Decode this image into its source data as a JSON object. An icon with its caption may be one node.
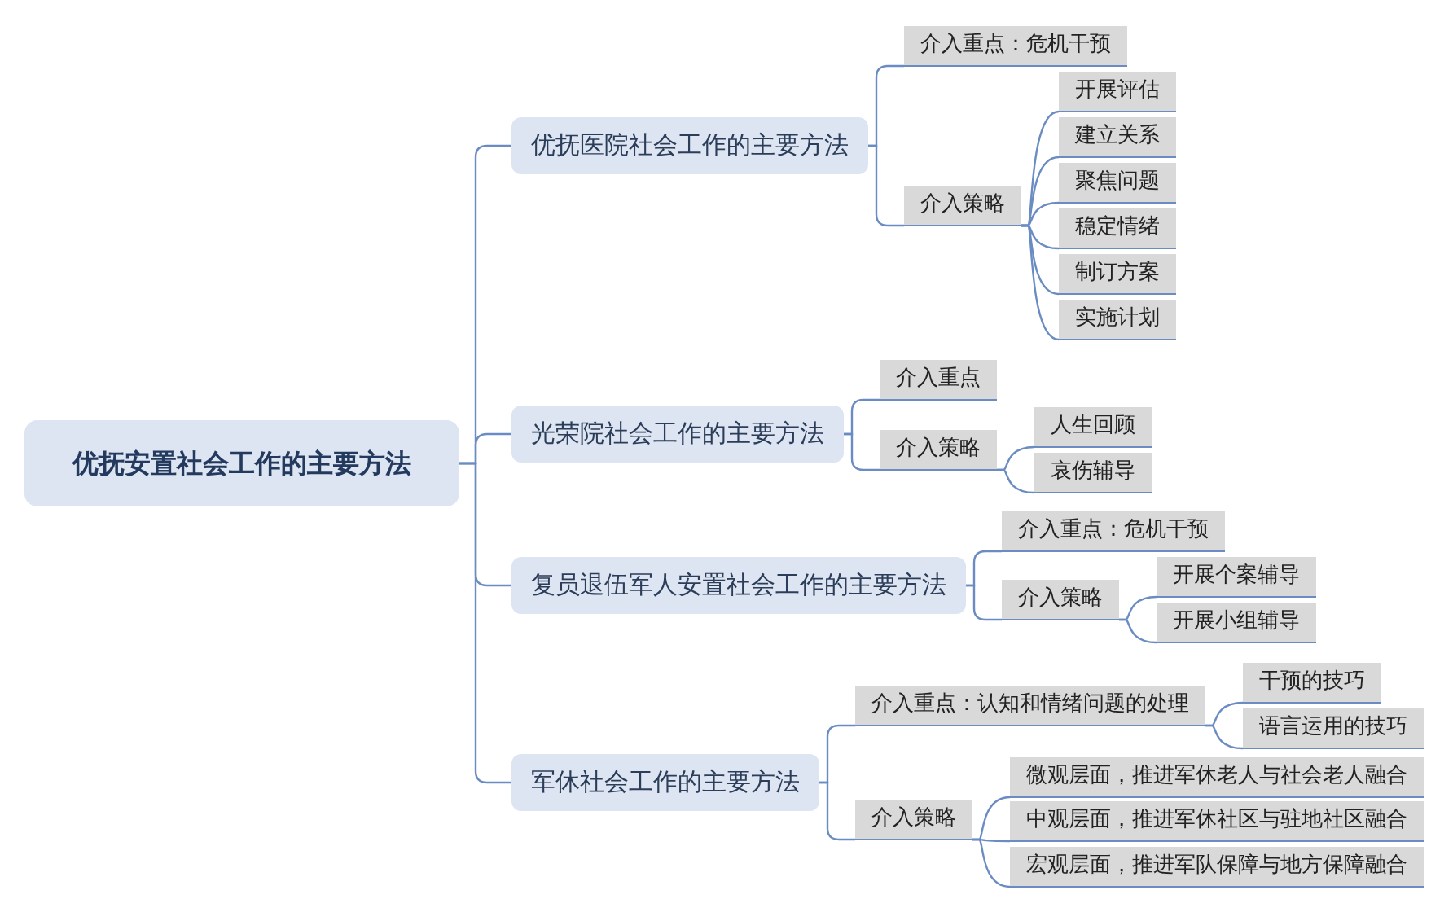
{
  "diagram": {
    "nodes": [
      {
        "text": [
          "优抚安置社会工作的主要方法"
        ]
      },
      {
        "text": [
          "优抚医院社会工作的主要方法"
        ]
      },
      {
        "text": [
          "介入重点：危机干预"
        ]
      },
      {
        "text": [
          "介入策略"
        ]
      },
      {
        "text": [
          "开展评估"
        ]
      },
      {
        "text": [
          "建立关系"
        ]
      },
      {
        "text": [
          "聚焦问题"
        ]
      },
      {
        "text": [
          "稳定情绪"
        ]
      },
      {
        "text": [
          "制订方案"
        ]
      },
      {
        "text": [
          "实施计划"
        ]
      },
      {
        "text": [
          "光荣院社会工作的主要方法"
        ]
      },
      {
        "text": [
          "介入重点"
        ]
      },
      {
        "text": [
          "介入策略"
        ]
      },
      {
        "text": [
          "人生回顾"
        ]
      },
      {
        "text": [
          "哀伤辅导"
        ]
      },
      {
        "text": [
          "复员退伍军人安置社会工作的主要方法"
        ]
      },
      {
        "text": [
          "介入重点：危机干预"
        ]
      },
      {
        "text": [
          "介入策略"
        ]
      },
      {
        "text": [
          "开展个案辅导"
        ]
      },
      {
        "text": [
          "开展小组辅导"
        ]
      },
      {
        "text": [
          "军休社会工作的主要方法"
        ]
      },
      {
        "text": [
          "介入重点：认知和情绪问题的处理"
        ]
      },
      {
        "text": [
          "干预的技巧"
        ]
      },
      {
        "text": [
          "语言运用的技巧"
        ]
      },
      {
        "text": [
          "介入策略"
        ]
      },
      {
        "text": [
          "微观层面，推进军休老人与社会老人融合"
        ]
      },
      {
        "text": [
          "中观层面，推进军休社区与驻地社区融合"
        ]
      },
      {
        "text": [
          "宏观层面，推进军队保障与地方保障融合"
        ]
      }
    ],
    "edges": [
      {
        "from": 0,
        "to": 1,
        "arrow": "none"
      },
      {
        "from": 0,
        "to": 10,
        "arrow": "none"
      },
      {
        "from": 0,
        "to": 15,
        "arrow": "none"
      },
      {
        "from": 0,
        "to": 20,
        "arrow": "none"
      },
      {
        "from": 1,
        "to": 2,
        "arrow": "none"
      },
      {
        "from": 1,
        "to": 3,
        "arrow": "none"
      },
      {
        "from": 3,
        "to": 4,
        "arrow": "none"
      },
      {
        "from": 3,
        "to": 5,
        "arrow": "none"
      },
      {
        "from": 3,
        "to": 6,
        "arrow": "none"
      },
      {
        "from": 3,
        "to": 7,
        "arrow": "none"
      },
      {
        "from": 3,
        "to": 8,
        "arrow": "none"
      },
      {
        "from": 3,
        "to": 9,
        "arrow": "none"
      },
      {
        "from": 10,
        "to": 11,
        "arrow": "none"
      },
      {
        "from": 10,
        "to": 12,
        "arrow": "none"
      },
      {
        "from": 12,
        "to": 13,
        "arrow": "none"
      },
      {
        "from": 12,
        "to": 14,
        "arrow": "none"
      },
      {
        "from": 15,
        "to": 16,
        "arrow": "none"
      },
      {
        "from": 15,
        "to": 17,
        "arrow": "none"
      },
      {
        "from": 17,
        "to": 18,
        "arrow": "none"
      },
      {
        "from": 17,
        "to": 19,
        "arrow": "none"
      },
      {
        "from": 20,
        "to": 21,
        "arrow": "none"
      },
      {
        "from": 20,
        "to": 24,
        "arrow": "none"
      },
      {
        "from": 21,
        "to": 22,
        "arrow": "none"
      },
      {
        "from": 21,
        "to": 23,
        "arrow": "none"
      },
      {
        "from": 24,
        "to": 25,
        "arrow": "none"
      },
      {
        "from": 24,
        "to": 26,
        "arrow": "none"
      },
      {
        "from": 24,
        "to": 27,
        "arrow": "none"
      }
    ]
  }
}
